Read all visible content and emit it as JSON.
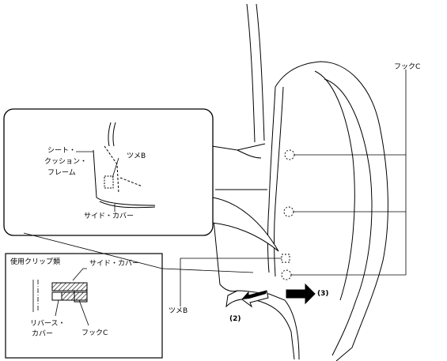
{
  "labels": {
    "hook_c_top": "フックC",
    "seat_cushion_frame_l1": "シート・",
    "seat_cushion_frame_l2": "クッション・",
    "seat_cushion_frame_l3": "フレーム",
    "claw_b_zoom": "ツメB",
    "side_cover_zoom": "サイド・カバー",
    "clip_types": "使用クリップ類",
    "side_cover_clip": "サイド・カバー",
    "reverse_cover_l1": "リバース・",
    "reverse_cover_l2": "カバー",
    "hook_c_clip": "フックC",
    "claw_b_main": "ツメB",
    "step_2": "(2)",
    "step_3": "(3)"
  }
}
